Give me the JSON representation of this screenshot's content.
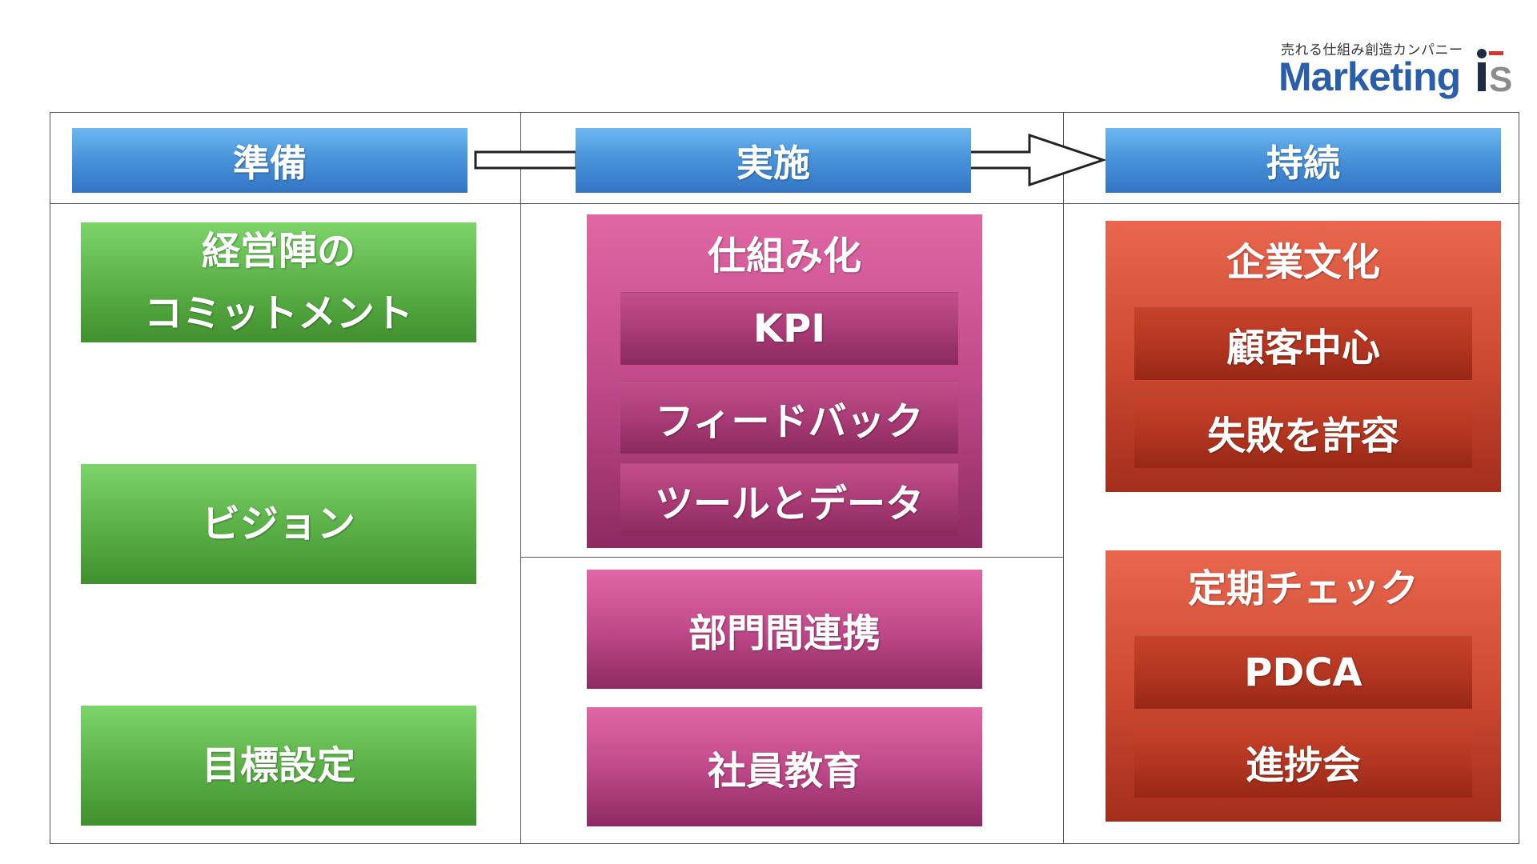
{
  "logo": {
    "tagline": "売れる仕組み創造カンパニー",
    "wordmark": "Marketing",
    "mark": "iS",
    "brand_color": "#2a5ea8",
    "accent_color": "#d9342b"
  },
  "headers": [
    "準備",
    "実施",
    "持続"
  ],
  "colors": {
    "header": "#4a94db",
    "prepare": "#5cb248",
    "execute": "#c14a8a",
    "sustain": "#cf4a33"
  },
  "prepare": {
    "items": [
      {
        "line1": "経営陣の",
        "line2": "コミットメント"
      },
      {
        "label": "ビジョン"
      },
      {
        "label": "目標設定"
      }
    ]
  },
  "execute": {
    "mechanism": {
      "title": "仕組み化",
      "items": [
        "KPI",
        "フィードバック",
        "ツールとデータ"
      ]
    },
    "collaboration": "部門間連携",
    "training": "社員教育"
  },
  "sustain": {
    "culture": {
      "title": "企業文化",
      "items": [
        "顧客中心",
        "失敗を許容"
      ]
    },
    "check": {
      "title": "定期チェック",
      "items": [
        "PDCA",
        "進捗会"
      ]
    }
  }
}
